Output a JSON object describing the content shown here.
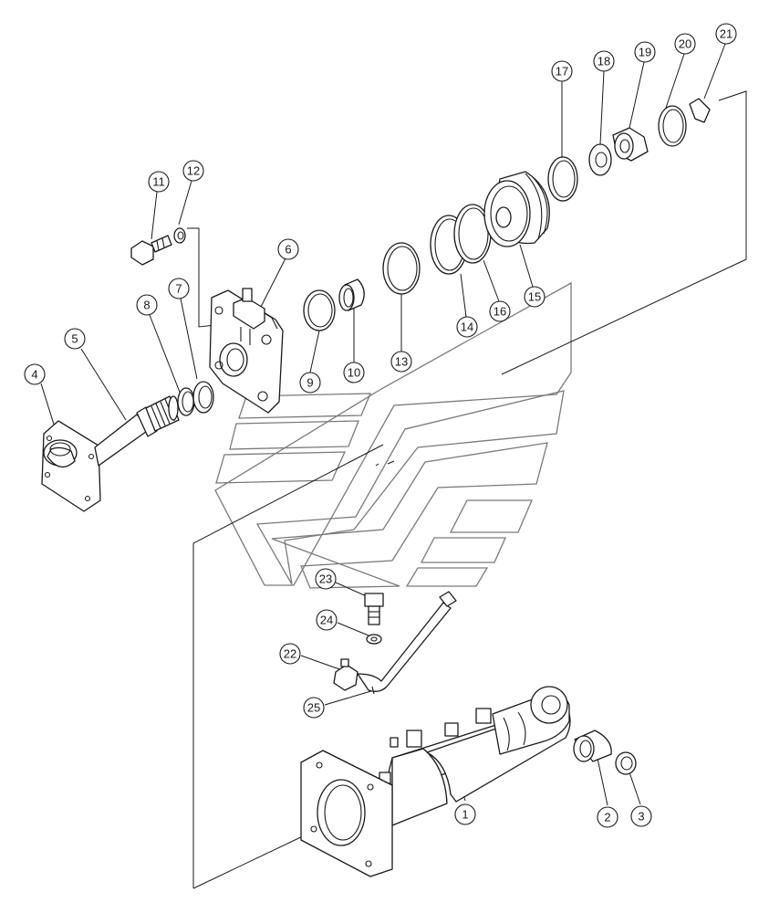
{
  "callouts": [
    {
      "label": "1"
    },
    {
      "label": "2"
    },
    {
      "label": "3"
    },
    {
      "label": "4"
    },
    {
      "label": "5"
    },
    {
      "label": "6"
    },
    {
      "label": "7"
    },
    {
      "label": "8"
    },
    {
      "label": "9"
    },
    {
      "label": "10"
    },
    {
      "label": "11"
    },
    {
      "label": "12"
    },
    {
      "label": "13"
    },
    {
      "label": "14"
    },
    {
      "label": "15"
    },
    {
      "label": "16"
    },
    {
      "label": "17"
    },
    {
      "label": "18"
    },
    {
      "label": "19"
    },
    {
      "label": "20"
    },
    {
      "label": "21"
    },
    {
      "label": "22"
    },
    {
      "label": "23"
    },
    {
      "label": "24"
    },
    {
      "label": "25"
    }
  ],
  "watermark": {
    "colour": "#7a7a7a"
  },
  "line_colour": "#1a1a1a"
}
